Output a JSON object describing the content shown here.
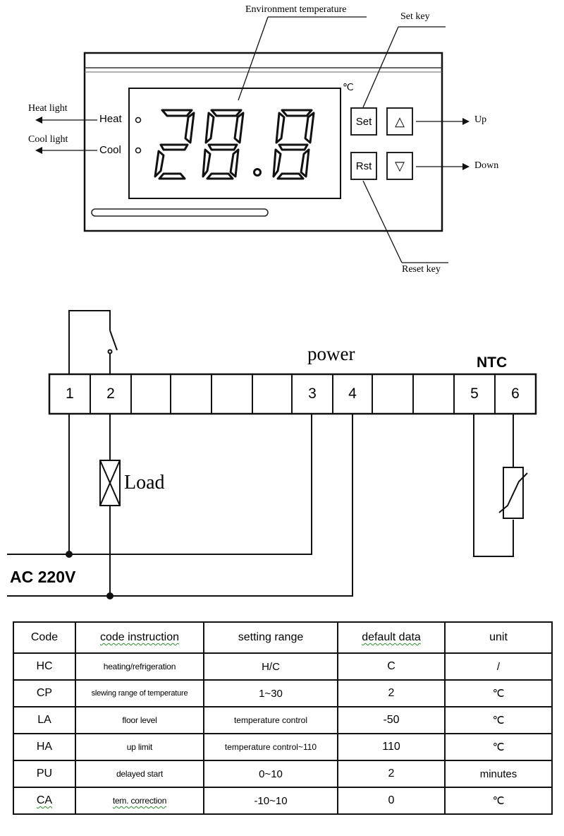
{
  "panel": {
    "callouts": {
      "environment_temperature": "Environment temperature",
      "set_key": "Set key",
      "reset_key": "Reset key",
      "heat_light": "Heat light",
      "cool_light": "Cool light",
      "up": "Up",
      "down": "Down"
    },
    "lights": {
      "heat": "Heat",
      "cool": "Cool"
    },
    "unit_symbol": "℃",
    "display_value": "28.8",
    "keys": {
      "set": "Set",
      "reset": "Rst",
      "up_symbol": "△",
      "down_symbol": "▽"
    }
  },
  "wiring": {
    "terminals": [
      "1",
      "2",
      "",
      "",
      "",
      "",
      "3",
      "4",
      "",
      "",
      "5",
      "6"
    ],
    "power_label": "power",
    "ntc_label": "NTC",
    "load_label": "Load",
    "supply_label": "AC 220V"
  },
  "table": {
    "headers": [
      "Code",
      "code instruction",
      "setting range",
      "default data",
      "unit"
    ],
    "rows": [
      [
        "HC",
        "heating/refrigeration",
        "H/C",
        "C",
        "/"
      ],
      [
        "CP",
        "slewing range of temperature",
        "1~30",
        "2",
        "℃"
      ],
      [
        "LA",
        "floor level",
        "temperature control",
        "-50",
        "℃"
      ],
      [
        "HA",
        "up limit",
        "temperature control~110",
        "110",
        "℃"
      ],
      [
        "PU",
        "delayed start",
        "0~10",
        "2",
        "minutes"
      ],
      [
        "CA",
        "tem. correction",
        "-10~10",
        "0",
        "℃"
      ]
    ]
  }
}
